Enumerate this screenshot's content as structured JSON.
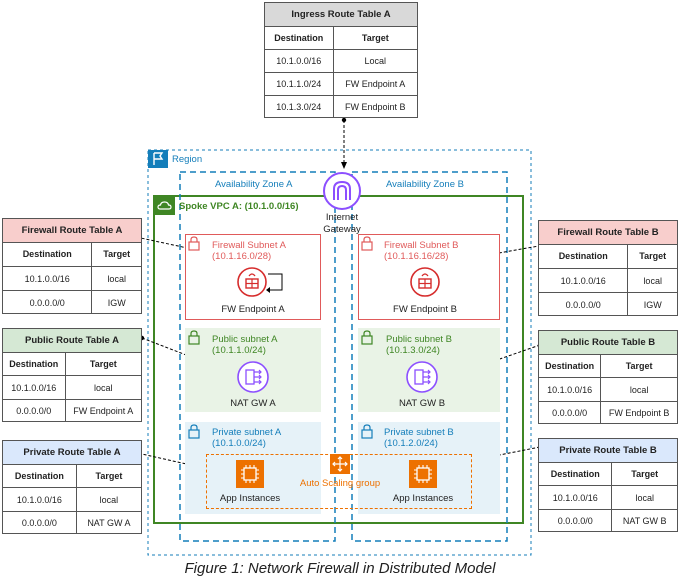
{
  "ingress_table": {
    "title": "Ingress Route Table A",
    "headers": [
      "Destination",
      "Target"
    ],
    "rows": [
      [
        "10.1.0.0/16",
        "Local"
      ],
      [
        "10.1.1.0/24",
        "FW Endpoint A"
      ],
      [
        "10.1.3.0/24",
        "FW Endpoint B"
      ]
    ]
  },
  "fw_table_a": {
    "title": "Firewall Route Table A",
    "headers": [
      "Destination",
      "Target"
    ],
    "rows": [
      [
        "10.1.0.0/16",
        "local"
      ],
      [
        "0.0.0.0/0",
        "IGW"
      ]
    ]
  },
  "fw_table_b": {
    "title": "Firewall Route Table B",
    "headers": [
      "Destination",
      "Target"
    ],
    "rows": [
      [
        "10.1.0.0/16",
        "local"
      ],
      [
        "0.0.0.0/0",
        "IGW"
      ]
    ]
  },
  "public_table_a": {
    "title": "Public Route Table A",
    "headers": [
      "Destination",
      "Target"
    ],
    "rows": [
      [
        "10.1.0.0/16",
        "local"
      ],
      [
        "0.0.0.0/0",
        "FW Endpoint A"
      ]
    ]
  },
  "public_table_b": {
    "title": "Public Route Table B",
    "headers": [
      "Destination",
      "Target"
    ],
    "rows": [
      [
        "10.1.0.0/16",
        "local"
      ],
      [
        "0.0.0.0/0",
        "FW Endpoint B"
      ]
    ]
  },
  "private_table_a": {
    "title": "Private Route Table A",
    "headers": [
      "Destination",
      "Target"
    ],
    "rows": [
      [
        "10.1.0.0/16",
        "local"
      ],
      [
        "0.0.0.0/0",
        "NAT GW A"
      ]
    ]
  },
  "private_table_b": {
    "title": "Private Route Table B",
    "headers": [
      "Destination",
      "Target"
    ],
    "rows": [
      [
        "10.1.0.0/16",
        "local"
      ],
      [
        "0.0.0.0/0",
        "NAT GW B"
      ]
    ]
  },
  "region": {
    "label": "Region"
  },
  "az_a": {
    "label": "Availability Zone A"
  },
  "az_b": {
    "label": "Availability Zone B"
  },
  "vpc": {
    "label": "Spoke VPC A: (10.1.0.0/16)"
  },
  "igw": {
    "label_line1": "Internet",
    "label_line2": "Gateway"
  },
  "fw_subnet_a": {
    "name": "Firewall Subnet A",
    "cidr": "(10.1.16.0/28)",
    "endpoint": "FW Endpoint A"
  },
  "fw_subnet_b": {
    "name": "Firewall Subnet B",
    "cidr": "(10.1.16.16/28)",
    "endpoint": "FW Endpoint B"
  },
  "pub_subnet_a": {
    "name": "Public subnet A",
    "cidr": "(10.1.1.0/24)",
    "natgw": "NAT GW A"
  },
  "pub_subnet_b": {
    "name": "Public subnet B",
    "cidr": "(10.1.3.0/24)",
    "natgw": "NAT GW B"
  },
  "priv_subnet_a": {
    "name": "Private subnet A",
    "cidr": "(10.1.0.0/24)",
    "app": "App Instances"
  },
  "priv_subnet_b": {
    "name": "Private subnet B",
    "cidr": "(10.1.2.0/24)",
    "app": "App Instances"
  },
  "asg": {
    "label": "Auto Scaling group"
  },
  "caption": "Figure 1: Network Firewall in Distributed Model",
  "colors": {
    "vpc_green": "#3f8624",
    "fw_red": "#e05a5a",
    "fw_table_header": "#f8cecc",
    "public_table_header": "#d5e8d4",
    "private_table_header": "#dae8fc",
    "ingress_header": "#d9d9d9",
    "region_blue": "#147eba",
    "igw_purple": "#8c4fff",
    "ec2_orange": "#ed7100"
  }
}
